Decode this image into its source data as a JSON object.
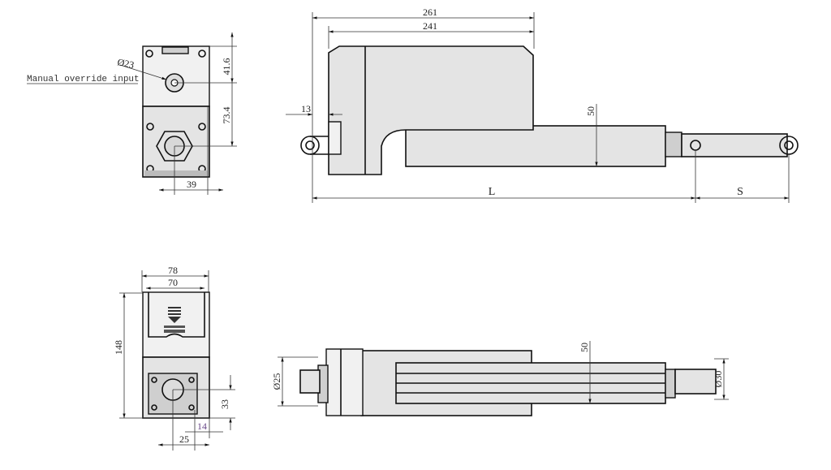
{
  "drawing": {
    "end_view_top": {
      "callout_label": "Manual override input",
      "diameter_label": "Ø23",
      "dim_height_upper": "41.6",
      "dim_height_lower": "73.4",
      "dim_width": "39"
    },
    "side_view_top": {
      "dim_overall": "261",
      "dim_housing": "241",
      "dim_offset": "13",
      "dim_tube_height": "50",
      "dim_retracted": "L",
      "dim_stroke": "S"
    },
    "end_view_bottom": {
      "dim_width_outer": "78",
      "dim_width_inner": "70",
      "dim_height": "148",
      "dim_center_height": "33",
      "dim_offset_14": "14",
      "dim_offset_25": "25"
    },
    "plan_view_bottom": {
      "dim_rear_diameter": "Ø25",
      "dim_front_diameter": "Ø30",
      "dim_tube_height": "50"
    }
  }
}
